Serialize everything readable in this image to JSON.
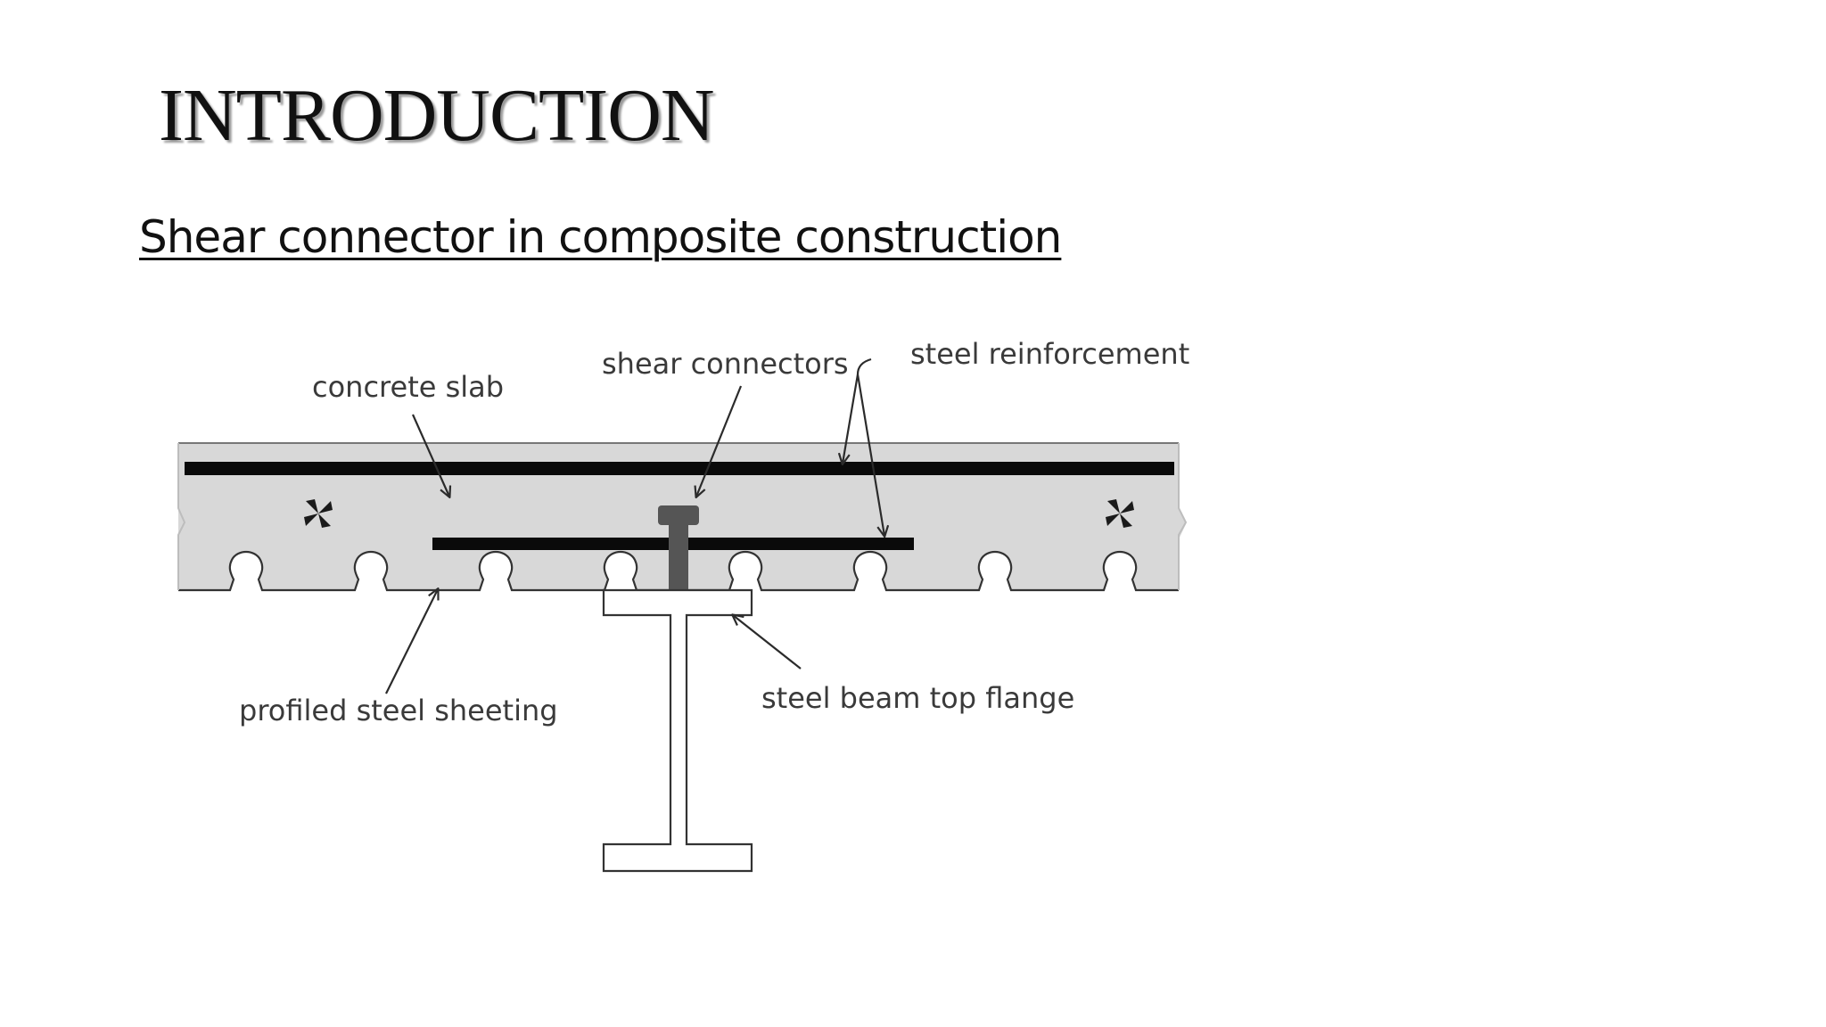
{
  "slide": {
    "title": "INTRODUCTION",
    "subtitle": "Shear connector in composite construction"
  },
  "diagram": {
    "labels": {
      "concrete_slab": "concrete slab",
      "shear_connectors": "shear connectors",
      "steel_reinforcement": "steel reinforcement",
      "profiled_steel_sheeting": "profiled steel sheeting",
      "steel_beam_top_flange": "steel beam top flange"
    },
    "colors": {
      "concrete": "#d8d8d8",
      "bar": "#0a0a0a",
      "stud": "#555555",
      "line": "#333333"
    }
  }
}
